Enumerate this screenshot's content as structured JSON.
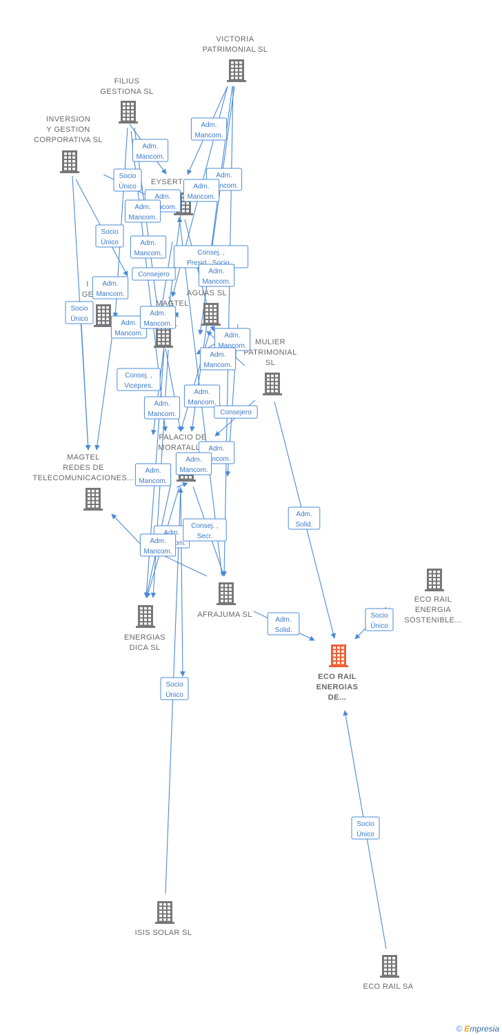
{
  "colors": {
    "edge": "#4a8ad6",
    "node": "#777777",
    "focus_node": "#ef5f36",
    "label": "#666666"
  },
  "nodes": [
    {
      "id": "victoria",
      "label": [
        "VICTORIA",
        "PATRIMONIAL SL"
      ],
      "icon": "building-icon"
    },
    {
      "id": "filius",
      "label": [
        "FILIUS",
        "GESTIONA SL"
      ],
      "icon": "building-icon"
    },
    {
      "id": "inversion",
      "label": [
        "INVERSION",
        "Y GESTION",
        "CORPORATIVA SL"
      ],
      "icon": "building-icon"
    },
    {
      "id": "eysert",
      "label": [
        "EYSERT"
      ],
      "icon": "building-icon"
    },
    {
      "id": "g_left",
      "label": [
        "I",
        "GE"
      ],
      "icon": "building-icon"
    },
    {
      "id": "magtel_inf",
      "label": [
        "MAGTEL",
        "IN",
        "SL"
      ],
      "icon": "building-icon"
    },
    {
      "id": "aguas",
      "label": [
        "M",
        "AGUAS  SL"
      ],
      "icon": "building-icon"
    },
    {
      "id": "mulier",
      "label": [
        "MULIER",
        "PATRIMONIAL",
        "SL"
      ],
      "icon": "building-icon"
    },
    {
      "id": "magtel_redes",
      "label": [
        "MAGTEL",
        "REDES DE",
        "TELECOMUNICACIONES..."
      ],
      "icon": "building-icon"
    },
    {
      "id": "palacio",
      "label": [
        "PALACIO DE",
        "MORATALL..."
      ],
      "icon": "building-icon"
    },
    {
      "id": "energias_dica",
      "label": [
        "ENERGIAS",
        "DICA SL"
      ],
      "icon": "building-icon"
    },
    {
      "id": "afrajuma",
      "label": [
        "AFRAJUMA SL"
      ],
      "icon": "building-icon"
    },
    {
      "id": "eco_rail_energia",
      "label": [
        "ECO RAIL",
        "ENERGIA",
        "SOSTENIBLE..."
      ],
      "icon": "building-icon"
    },
    {
      "id": "eco_rail_focus",
      "label": [
        "ECO RAIL",
        "ENERGIAS",
        "DE..."
      ],
      "icon": "building-icon",
      "focus": true
    },
    {
      "id": "isis",
      "label": [
        "ISIS SOLAR  SL"
      ],
      "icon": "building-icon"
    },
    {
      "id": "eco_rail_sa",
      "label": [
        "ECO RAIL SA"
      ],
      "icon": "building-icon"
    }
  ],
  "relations": [
    [
      "Adm.",
      "Mancom."
    ],
    [
      "Adm.",
      "Mancom."
    ],
    [
      "Adm.",
      "Mancom."
    ],
    [
      "Socio",
      "Único"
    ],
    [
      "Adm.",
      "Mancom."
    ],
    [
      "Adm.",
      "Mancom."
    ],
    [
      "Adm.",
      "Mancom."
    ],
    [
      "Socio",
      "Único"
    ],
    [
      "Adm.",
      "Mancom."
    ],
    [
      "Consej. ,",
      "Presid., Socio..."
    ],
    [
      "Adm.",
      "Mancom."
    ],
    [
      "Consejero"
    ],
    [
      "Adm.",
      "Mancom."
    ],
    [
      "Socio",
      "Único"
    ],
    [
      "Adm.",
      "Mancom."
    ],
    [
      "Adm.",
      "Mancom."
    ],
    [
      "Adm.",
      "Mancom."
    ],
    [
      "Adm.",
      "Mancom."
    ],
    [
      "Consej. ,",
      "Vicepres."
    ],
    [
      "Adm.",
      "Mancom."
    ],
    [
      "Adm.",
      "Mancom."
    ],
    [
      "Consejero"
    ],
    [
      "Adm.",
      "Mancom."
    ],
    [
      "Adm.",
      "Mancom."
    ],
    [
      "Adm.",
      "Mancom."
    ],
    [
      "Adm.",
      "Mancom."
    ],
    [
      "Consej. ,",
      "Secr."
    ],
    [
      "Adm.",
      "Mancom."
    ],
    [
      "Adm.",
      "Solid."
    ],
    [
      "Adm.",
      "Solid."
    ],
    [
      "Socio",
      "Único"
    ],
    [
      "Socio",
      "Único"
    ],
    [
      "Socio",
      "Único"
    ]
  ],
  "footer": {
    "copyright": "©",
    "brand_first": "E",
    "brand_rest": "mpresia"
  }
}
